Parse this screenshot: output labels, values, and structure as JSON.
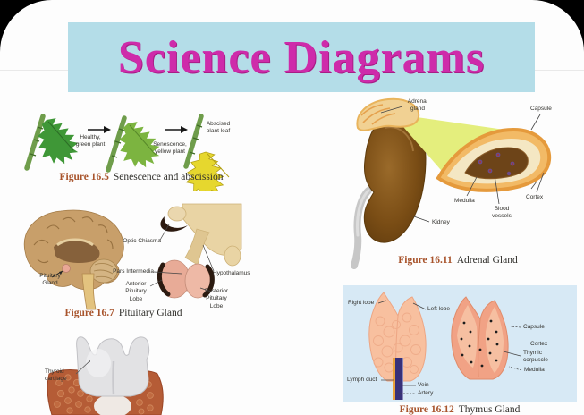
{
  "title": "Science Diagrams",
  "colors": {
    "title_text": "#ce2baa",
    "title_band": "#b4dde8",
    "figure_number": "#a8542c",
    "thymus_panel_bg": "#d7e9f5",
    "healthy_leaf_green": "#3f9737",
    "senescent_leaf_green": "#7cb440",
    "abscised_leaf_yellow": "#e6d72e"
  },
  "figures": {
    "senescence": {
      "number": "Figure 16.5",
      "caption": "Senescence and abscission",
      "labels": {
        "healthy": "Healthy,\ngreen plant",
        "senescent": "Senescence,\nyellow plant",
        "abscised": "Abscised\nplant leaf"
      }
    },
    "pituitary": {
      "number": "Figure 16.7",
      "caption": "Pituitary Gland",
      "labels": {
        "pituitary_gland": "Pituitary\nGland",
        "optic_chiasma": "Optic Chiasma",
        "pars_intermedia": "Pars Intermedia",
        "anterior_lobe": "Anterior\nPituitary\nLobe",
        "hypothalamus": "Hypothalamus",
        "posterior_lobe": "Posterior\nPituitary\nLobe"
      }
    },
    "thyroid": {
      "labels": {
        "thyroid_cartilage": "Thyroid\ncartilage"
      }
    },
    "adrenal": {
      "number": "Figure 16.11",
      "caption": "Adrenal Gland",
      "labels": {
        "adrenal_gland": "Adrenal\ngland",
        "capsule": "Capsule",
        "medulla": "Medulla",
        "blood_vessels": "Blood\nvessels",
        "cortex": "Cortex",
        "kidney": "Kidney"
      }
    },
    "thymus": {
      "number": "Figure 16.12",
      "caption": "Thymus Gland",
      "labels": {
        "right_lobe": "Right lobe",
        "left_lobe": "Left lobe",
        "lymph_duct": "Lymph duct",
        "vein": "Vein",
        "artery": "Artery",
        "capsule": "Capsule",
        "cortex": "Cortex",
        "thymic_corpuscle": "Thymic\ncorpuscle",
        "medulla": "Medulla"
      }
    }
  }
}
